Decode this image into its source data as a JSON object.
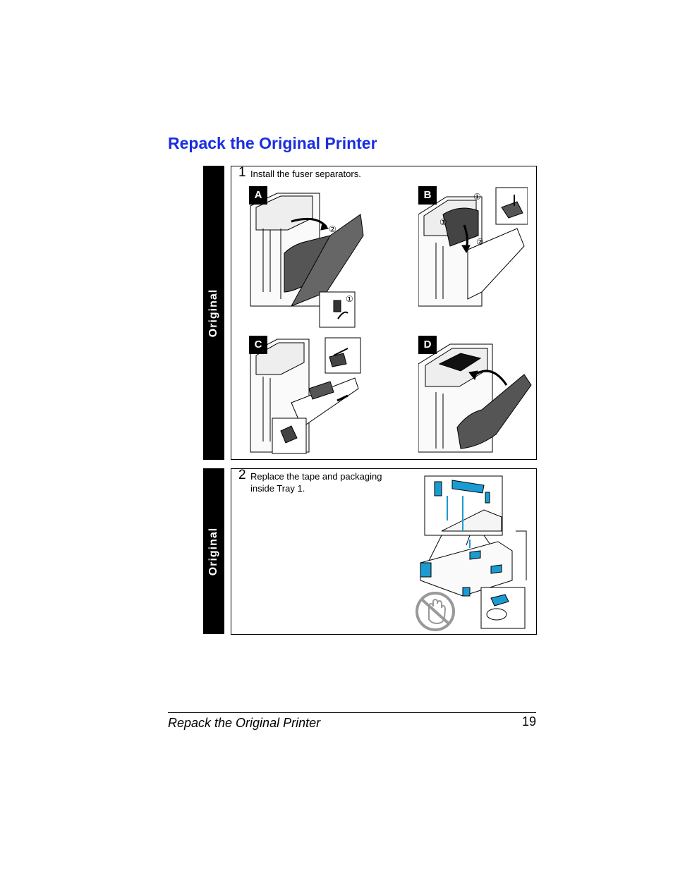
{
  "page": {
    "title": "Repack the Original Printer"
  },
  "sidebar_labels": [
    "Original",
    "Original"
  ],
  "steps": [
    {
      "number": "1",
      "text": "Install the fuser separators.",
      "panels": [
        {
          "label": "A",
          "callouts": [
            "②",
            "①"
          ]
        },
        {
          "label": "B",
          "callouts": [
            "①",
            "①",
            "②"
          ]
        },
        {
          "label": "C",
          "callouts": []
        },
        {
          "label": "D",
          "callouts": []
        }
      ]
    },
    {
      "number": "2",
      "text_lines": [
        "Replace the tape and packaging",
        "inside Tray 1."
      ]
    }
  ],
  "icons": {
    "no_touch": "hand-prohibited-icon"
  },
  "colors": {
    "title": "#1a2ee0",
    "packaging": "#1a9bd1",
    "sidebar": "#000000"
  },
  "footer": {
    "title": "Repack the Original Printer",
    "page_number": "19"
  }
}
